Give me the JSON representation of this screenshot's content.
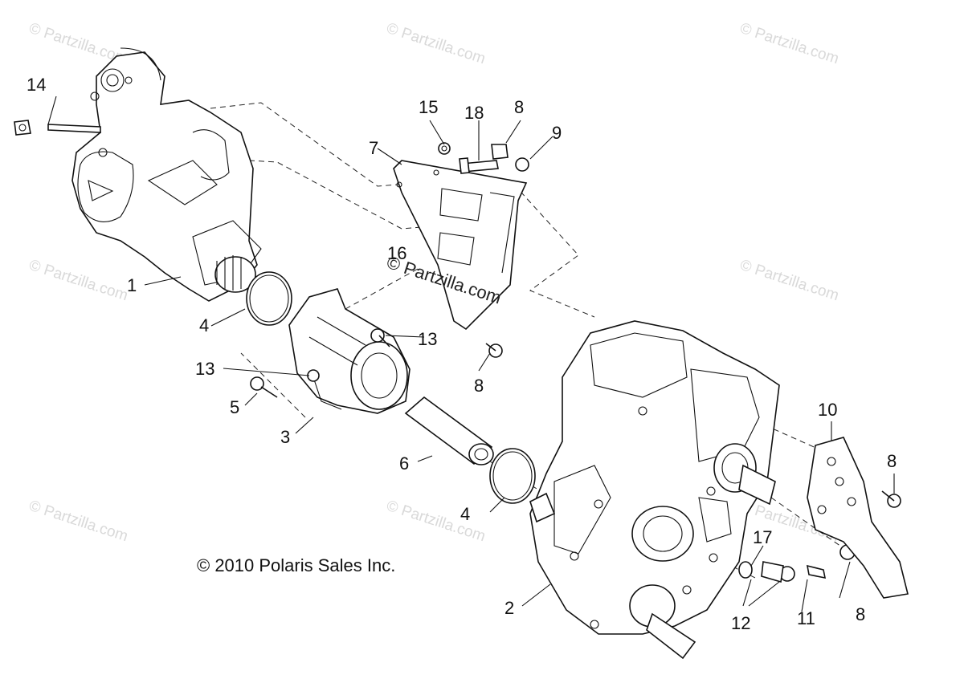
{
  "copyright": "© 2010 Polaris Sales Inc.",
  "watermark": {
    "text": "© Partzilla.com",
    "prominent_text": "© Partzilla.com"
  },
  "callouts": [
    "14",
    "1",
    "4",
    "13",
    "5",
    "3",
    "15",
    "18",
    "8",
    "9",
    "7",
    "16",
    "13",
    "8",
    "6",
    "4",
    "2",
    "10",
    "8",
    "17",
    "12",
    "11",
    "8"
  ],
  "colors": {
    "line": "#111111",
    "watermark": "#d9d9d9",
    "background": "#ffffff"
  }
}
